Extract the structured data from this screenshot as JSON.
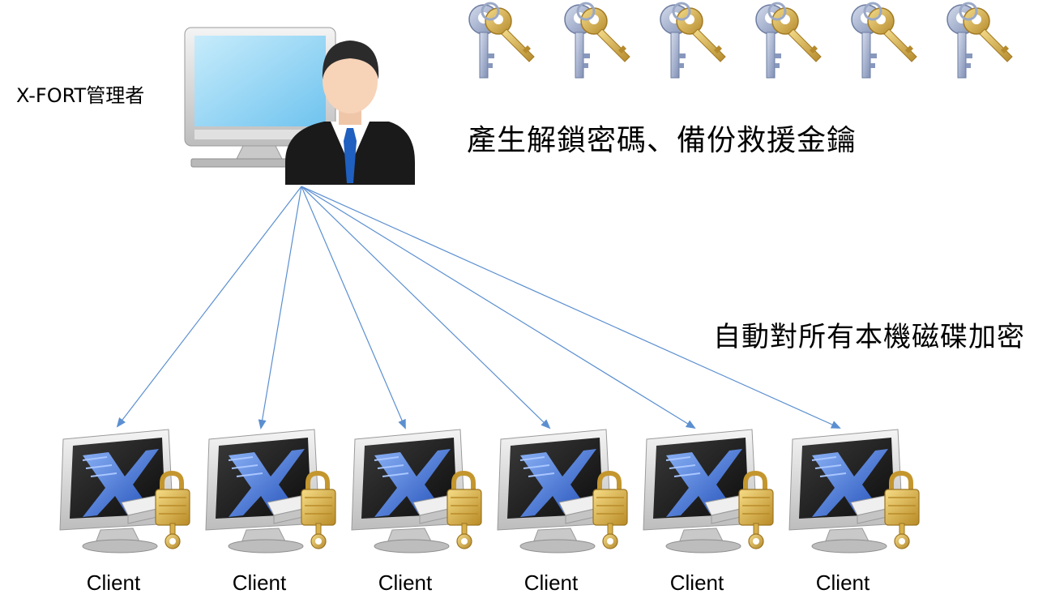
{
  "admin": {
    "label": "X-FORT管理者"
  },
  "keys": {
    "caption": "產生解鎖密碼、備份救援金鑰",
    "count": 6
  },
  "encryption": {
    "caption": "自動對所有本機磁碟加密"
  },
  "clients": [
    {
      "label": "Client"
    },
    {
      "label": "Client"
    },
    {
      "label": "Client"
    },
    {
      "label": "Client"
    },
    {
      "label": "Client"
    },
    {
      "label": "Client"
    }
  ],
  "colors": {
    "arrow": "#5b8fd0",
    "screen_blue": "#8fd3f5",
    "suit": "#1a1a1a",
    "tie": "#1f5fbf",
    "key_silver": "#9aa8c6",
    "key_gold": "#d8b04a",
    "lock_gold": "#e3b94a",
    "x_logo": "#2b6fe0"
  }
}
